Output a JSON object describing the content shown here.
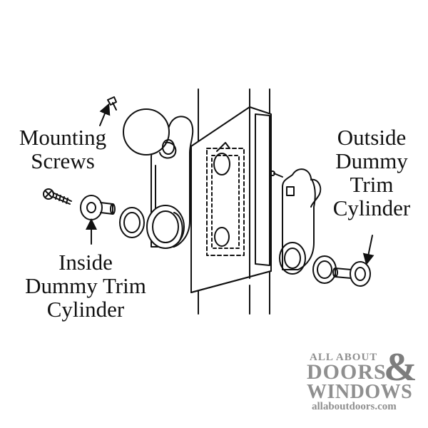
{
  "labels": {
    "mounting_screws": [
      "Mounting",
      "Screws"
    ],
    "inside_cylinder": [
      "Inside",
      "Dummy Trim",
      "Cylinder"
    ],
    "outside_cylinder": [
      "Outside",
      "Dummy",
      "Trim",
      "Cylinder"
    ]
  },
  "watermark": {
    "line1": "ALL ABOUT",
    "doors": "DOORS",
    "ampersand": "&",
    "windows": "WINDOWS",
    "url": "allaboutdoors.com"
  },
  "colors": {
    "ink": "#111111",
    "watermark": "#8f8f8f"
  }
}
